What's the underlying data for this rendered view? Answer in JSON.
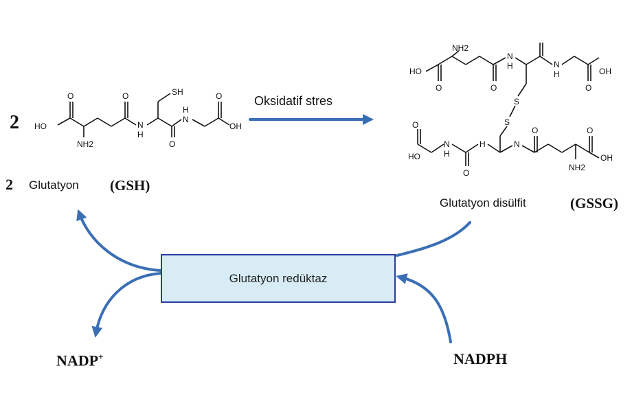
{
  "left_molecule": {
    "coefficient": "2",
    "atoms": {
      "ho": "HO",
      "oh": "OH",
      "sh": "SH",
      "nh2": "NH2",
      "nh": "N",
      "h": "H",
      "o": "O"
    }
  },
  "right_molecule": {
    "atoms": {
      "ho": "HO",
      "oh": "OH",
      "nh2": "NH2",
      "nh": "N",
      "h": "H",
      "o": "O",
      "s": "S"
    }
  },
  "labels": {
    "gsh_coefficient": "2",
    "gsh_name": "Glutatyon",
    "gsh_abbrev": "(GSH)",
    "gssg_name": "Glutatyon disülfit",
    "gssg_abbrev": "(GSSG)",
    "oxidation": "Oksidatif stres",
    "enzyme": "Glutatyon redüktaz",
    "nadp": "NADP",
    "nadp_sup": "+",
    "nadph": "NADPH"
  },
  "colors": {
    "arrow": "#3a6fb5",
    "enzyme_fill": "#d8ecf6",
    "enzyme_border": "#2a3c9c"
  }
}
